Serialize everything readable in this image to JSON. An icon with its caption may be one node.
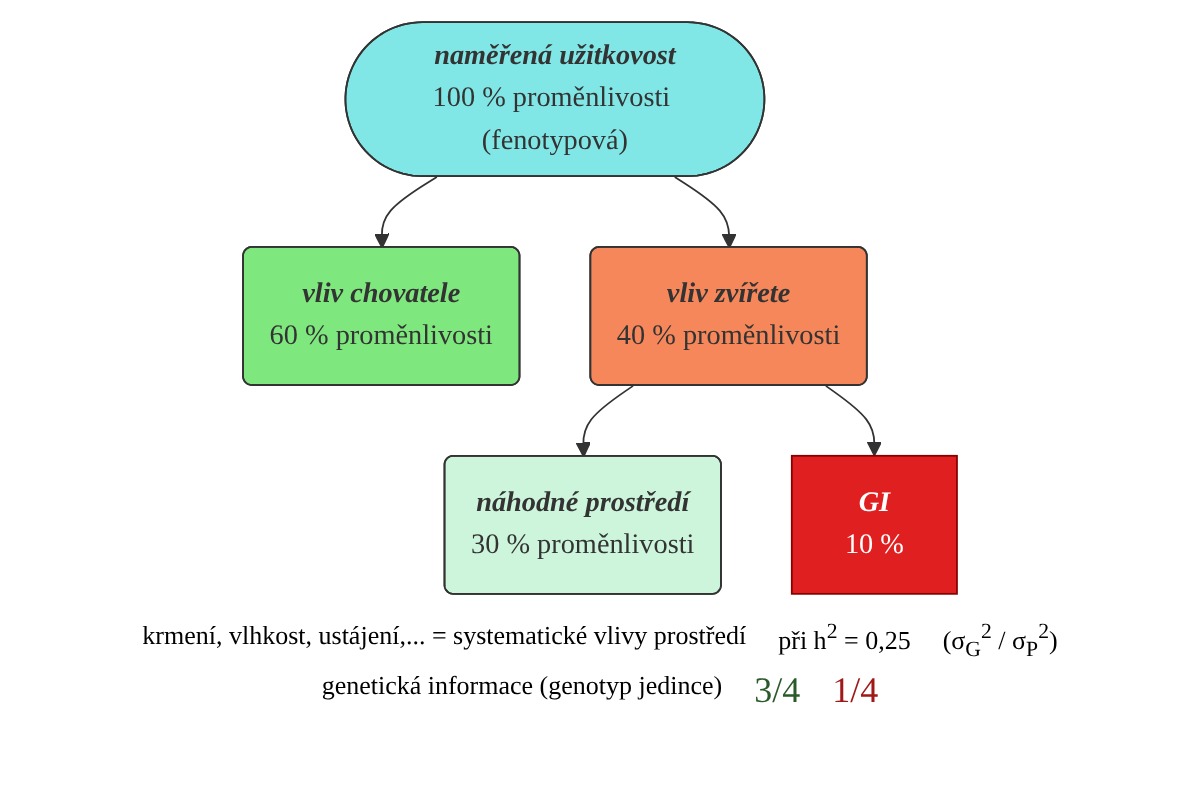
{
  "diagram": {
    "nodes": [
      {
        "text": [
          "naměřená užitkovost",
          "100 % proměnlivosti (fenotypová)"
        ]
      },
      {
        "text": [
          "vliv chovatele",
          "60 % proměnlivosti"
        ]
      },
      {
        "text": [
          "vliv zvířete",
          "40 % proměnlivosti"
        ]
      },
      {
        "text": [
          "náhodné prostředí",
          "30 % proměnlivosti"
        ]
      },
      {
        "text": [
          "GI",
          "10 %"
        ]
      }
    ],
    "edges": [
      {
        "from": 0,
        "to": 1,
        "arrow": "to"
      },
      {
        "from": 0,
        "to": 2,
        "arrow": "to"
      },
      {
        "from": 2,
        "to": 3,
        "arrow": "to"
      },
      {
        "from": 2,
        "to": 4,
        "arrow": "to"
      }
    ],
    "labels": [
      "krmení, vlhkost, ustájení,... = systematické vlivy prostředí",
      "při h$^{2}$ = 0,25",
      "(σ$_{G}$$^{2}$ / σ$_{P}$$^{2}$)",
      "genetická informace (genotyp jedince)",
      "3/4",
      "1/4"
    ]
  }
}
